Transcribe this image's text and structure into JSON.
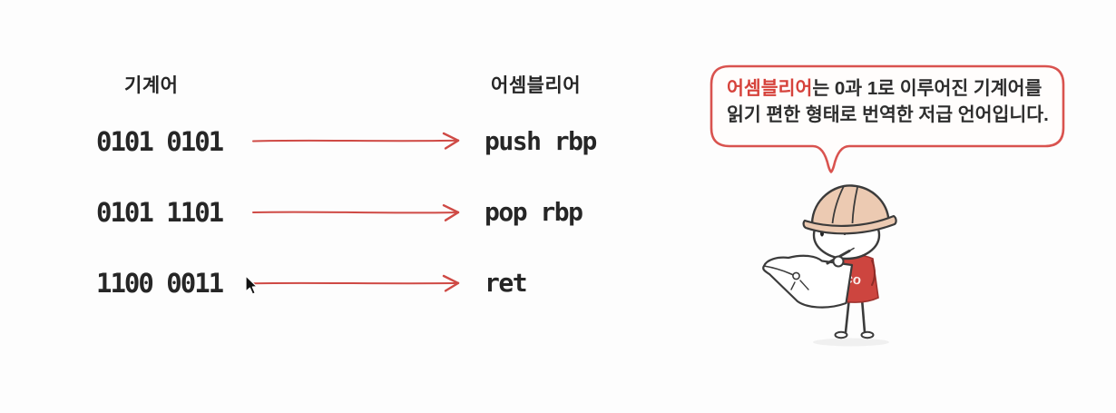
{
  "table": {
    "machine_header": "기계어",
    "assembly_header": "어셈블리어",
    "rows": [
      {
        "binary": "0101 0101",
        "assembly": "push rbp"
      },
      {
        "binary": "0101 1101",
        "assembly": "pop rbp"
      },
      {
        "binary": "1100 0011",
        "assembly": "ret"
      }
    ]
  },
  "bubble": {
    "term": "어셈블리어",
    "line1_rest": "는 0과 1로 이루어진 기계어를",
    "line2": "읽기 편한 형태로 번역한 저급 언어입니다."
  },
  "icons": {
    "arrow": "red-hand-drawn-right-arrow",
    "cursor": "mouse-pointer",
    "illustration": "engineer-reading-blueprint"
  },
  "colors": {
    "arrow_red": "#cf4a45",
    "bubble_border": "#d9534f",
    "term_red": "#d6423b",
    "shirt_red": "#cd453f",
    "hat_tan": "#eccab2",
    "ink": "#2d2d2d"
  }
}
